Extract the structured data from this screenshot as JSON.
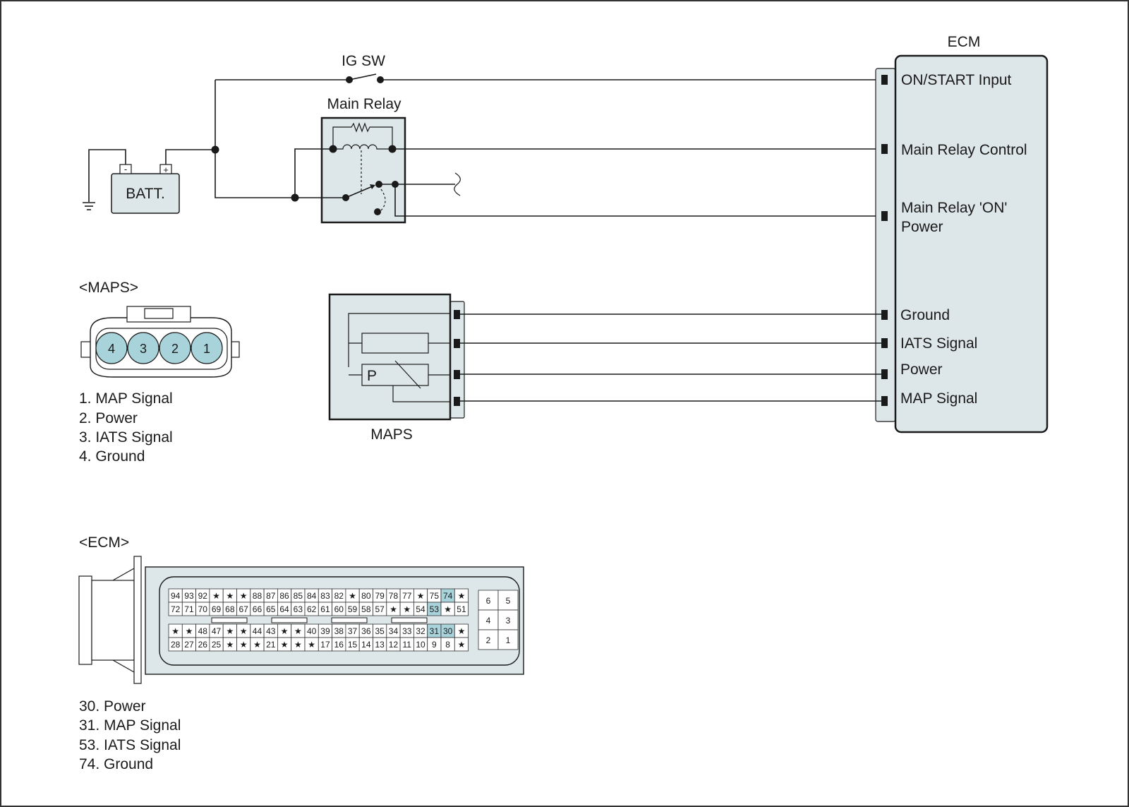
{
  "ig_switch_label": "IG SW",
  "main_relay_label": "Main Relay",
  "battery_label": "BATT.",
  "battery_neg": "-",
  "battery_pos": "+",
  "ecm_label": "ECM",
  "ecm_terminals": [
    "ON/START Input",
    "Main Relay Control",
    "Main Relay 'ON'",
    "Power",
    "Ground",
    "IATS Signal",
    "Power",
    "MAP Signal"
  ],
  "maps_label": "MAPS",
  "maps_p_label": "P",
  "maps_connector_title": "<MAPS>",
  "maps_connector_pins": [
    "4",
    "3",
    "2",
    "1"
  ],
  "maps_pin_legend": [
    "1. MAP Signal",
    "2. Power",
    "3. IATS Signal",
    "4. Ground"
  ],
  "ecm_connector_title": "<ECM>",
  "ecm_rows": [
    [
      "94",
      "93",
      "92",
      "★",
      "★",
      "★",
      "88",
      "87",
      "86",
      "85",
      "84",
      "83",
      "82",
      "★",
      "80",
      "79",
      "78",
      "77",
      "★",
      "75",
      "74",
      "★"
    ],
    [
      "72",
      "71",
      "70",
      "69",
      "68",
      "67",
      "66",
      "65",
      "64",
      "63",
      "62",
      "61",
      "60",
      "59",
      "58",
      "57",
      "★",
      "★",
      "54",
      "53",
      "★",
      "51"
    ],
    [
      "★",
      "★",
      "48",
      "47",
      "★",
      "★",
      "44",
      "43",
      "★",
      "★",
      "40",
      "39",
      "38",
      "37",
      "36",
      "35",
      "34",
      "33",
      "32",
      "31",
      "30",
      "★"
    ],
    [
      "28",
      "27",
      "26",
      "25",
      "★",
      "★",
      "★",
      "21",
      "★",
      "★",
      "★",
      "17",
      "16",
      "15",
      "14",
      "13",
      "12",
      "11",
      "10",
      "9",
      "8",
      "★"
    ]
  ],
  "ecm_highlighted_pins": [
    "74",
    "53",
    "31",
    "30"
  ],
  "ecm_small_block": [
    [
      "6",
      "5"
    ],
    [
      "4",
      "3"
    ],
    [
      "2",
      "1"
    ]
  ],
  "ecm_pin_legend": [
    "30. Power",
    "31. MAP Signal",
    "53. IATS Signal",
    "74. Ground"
  ],
  "colors": {
    "body_fill": "#dde6e8",
    "pin_highlight": "#a9d3db",
    "line": "#1a1a1a"
  }
}
